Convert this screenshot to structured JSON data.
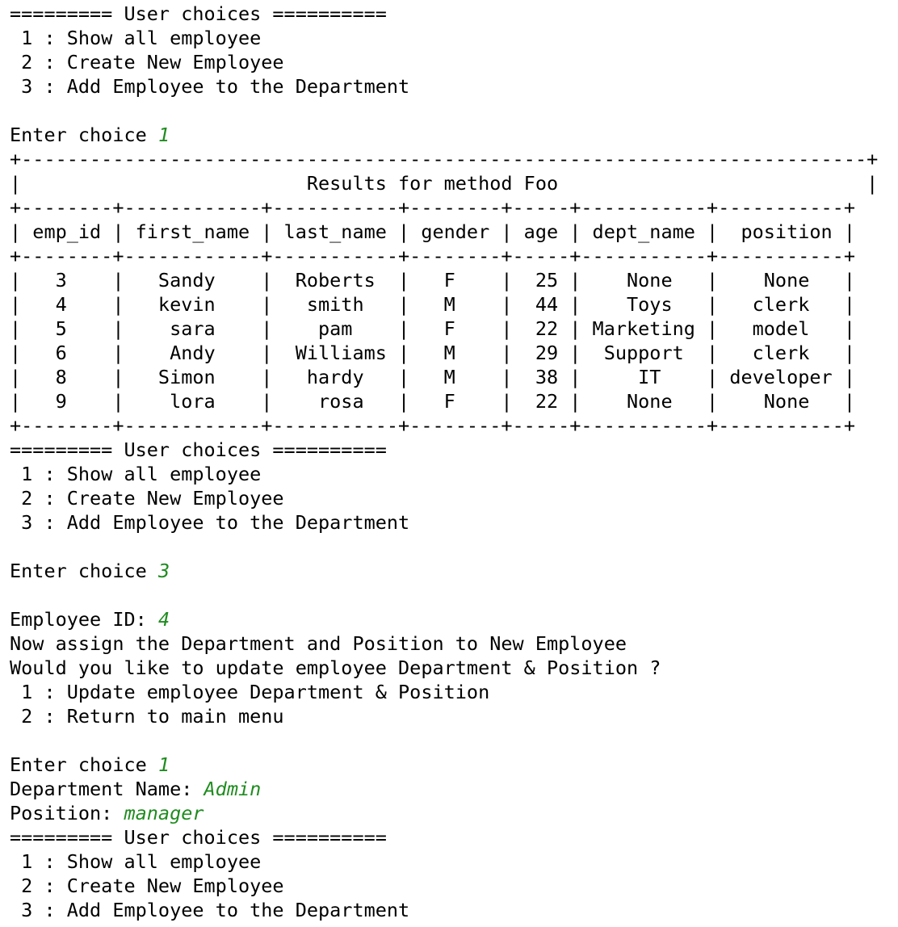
{
  "terminal": {
    "lines": [
      [
        {
          "t": "========= User choices =========="
        }
      ],
      [
        {
          "t": " 1 : Show all employee"
        }
      ],
      [
        {
          "t": " 2 : Create New Employee"
        }
      ],
      [
        {
          "t": " 3 : Add Employee to the Department"
        }
      ],
      [
        {
          "t": ""
        }
      ],
      [
        {
          "t": "Enter choice "
        },
        {
          "t": "1",
          "input": true
        }
      ],
      [
        {
          "t": "+--------------------------------------------------------------------------+"
        }
      ],
      [
        {
          "t": "|                         Results for method Foo                           |"
        }
      ],
      [
        {
          "t": "+--------+------------+-----------+--------+-----+-----------+-----------+"
        }
      ],
      [
        {
          "t": "| emp_id | first_name | last_name | gender | age | dept_name |  position |"
        }
      ],
      [
        {
          "t": "+--------+------------+-----------+--------+-----+-----------+-----------+"
        }
      ],
      [
        {
          "t": "|   3    |   Sandy    |  Roberts  |   F    |  25 |    None   |    None   |"
        }
      ],
      [
        {
          "t": "|   4    |   kevin    |   smith   |   M    |  44 |    Toys   |   clerk   |"
        }
      ],
      [
        {
          "t": "|   5    |    sara    |    pam    |   F    |  22 | Marketing |   model   |"
        }
      ],
      [
        {
          "t": "|   6    |    Andy    |  Williams |   M    |  29 |  Support  |   clerk   |"
        }
      ],
      [
        {
          "t": "|   8    |   Simon    |   hardy   |   M    |  38 |     IT    | developer |"
        }
      ],
      [
        {
          "t": "|   9    |    lora    |    rosa   |   F    |  22 |    None   |    None   |"
        }
      ],
      [
        {
          "t": "+--------+------------+-----------+--------+-----+-----------+-----------+"
        }
      ],
      [
        {
          "t": "========= User choices =========="
        }
      ],
      [
        {
          "t": " 1 : Show all employee"
        }
      ],
      [
        {
          "t": " 2 : Create New Employee"
        }
      ],
      [
        {
          "t": " 3 : Add Employee to the Department"
        }
      ],
      [
        {
          "t": ""
        }
      ],
      [
        {
          "t": "Enter choice "
        },
        {
          "t": "3",
          "input": true
        }
      ],
      [
        {
          "t": ""
        }
      ],
      [
        {
          "t": "Employee ID: "
        },
        {
          "t": "4",
          "input": true
        }
      ],
      [
        {
          "t": "Now assign the Department and Position to New Employee"
        }
      ],
      [
        {
          "t": "Would you like to update employee Department & Position ?"
        }
      ],
      [
        {
          "t": " 1 : Update employee Department & Position"
        }
      ],
      [
        {
          "t": " 2 : Return to main menu"
        }
      ],
      [
        {
          "t": ""
        }
      ],
      [
        {
          "t": "Enter choice "
        },
        {
          "t": "1",
          "input": true
        }
      ],
      [
        {
          "t": "Department Name: "
        },
        {
          "t": "Admin",
          "input": true
        }
      ],
      [
        {
          "t": "Position: "
        },
        {
          "t": "manager",
          "input": true
        }
      ],
      [
        {
          "t": "========= User choices =========="
        }
      ],
      [
        {
          "t": " 1 : Show all employee"
        }
      ],
      [
        {
          "t": " 2 : Create New Employee"
        }
      ],
      [
        {
          "t": " 3 : Add Employee to the Department"
        }
      ]
    ],
    "colors": {
      "background": "#ffffff",
      "text": "#000000",
      "user_input": "#1f8c1f"
    }
  }
}
